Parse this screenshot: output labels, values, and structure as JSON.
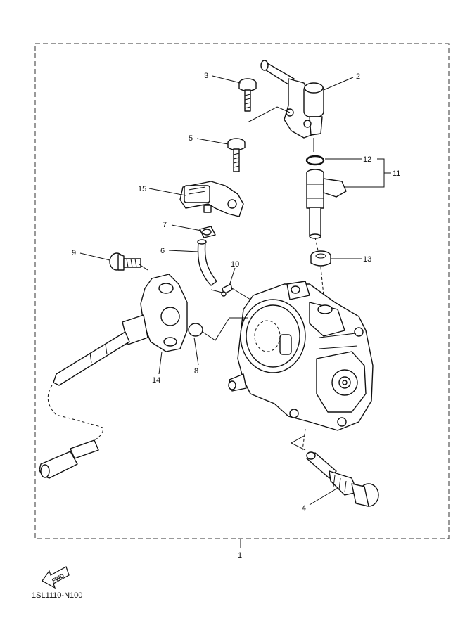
{
  "diagram": {
    "callouts": [
      "1",
      "2",
      "3",
      "4",
      "5",
      "6",
      "7",
      "8",
      "9",
      "10",
      "11",
      "12",
      "13",
      "14",
      "15"
    ],
    "fwd_label": "FWD",
    "drawing_code": "1SL1110-N100"
  }
}
